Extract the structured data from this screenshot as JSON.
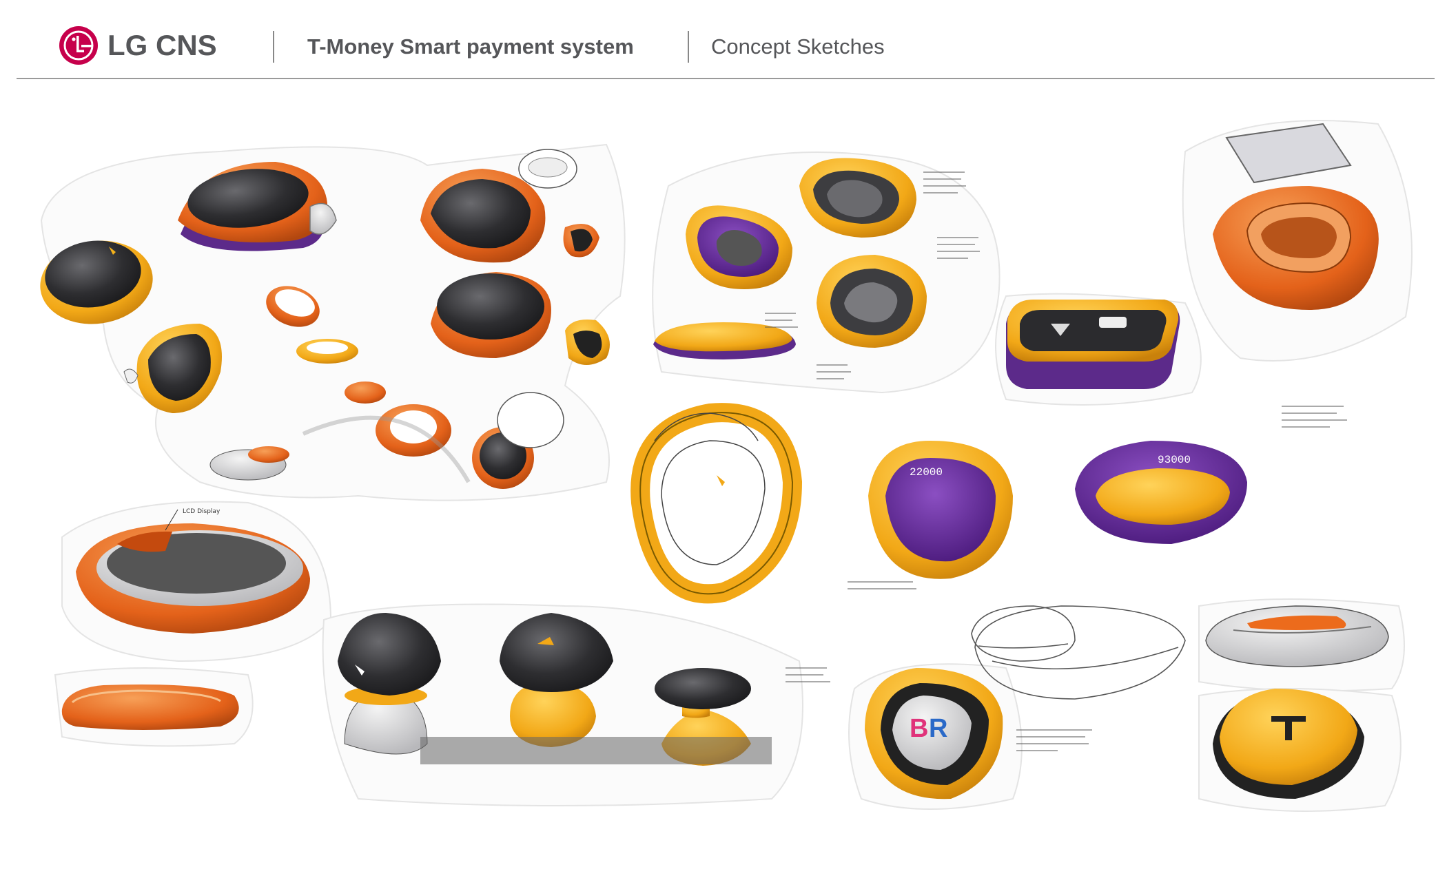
{
  "header": {
    "brand": "LG CNS",
    "title": "T-Money Smart payment system",
    "subtitle": "Concept Sketches"
  },
  "icons": {
    "logo": "lg-logo-icon"
  },
  "colors": {
    "brand": "#c6004b",
    "text": "#555659",
    "orange": "#ec6b1c",
    "yellow": "#f5b21b",
    "purple": "#6a2ba0",
    "charcoal": "#3d3d40"
  },
  "sketches": {
    "notes": {
      "lcd_display": "LCD Display"
    }
  }
}
